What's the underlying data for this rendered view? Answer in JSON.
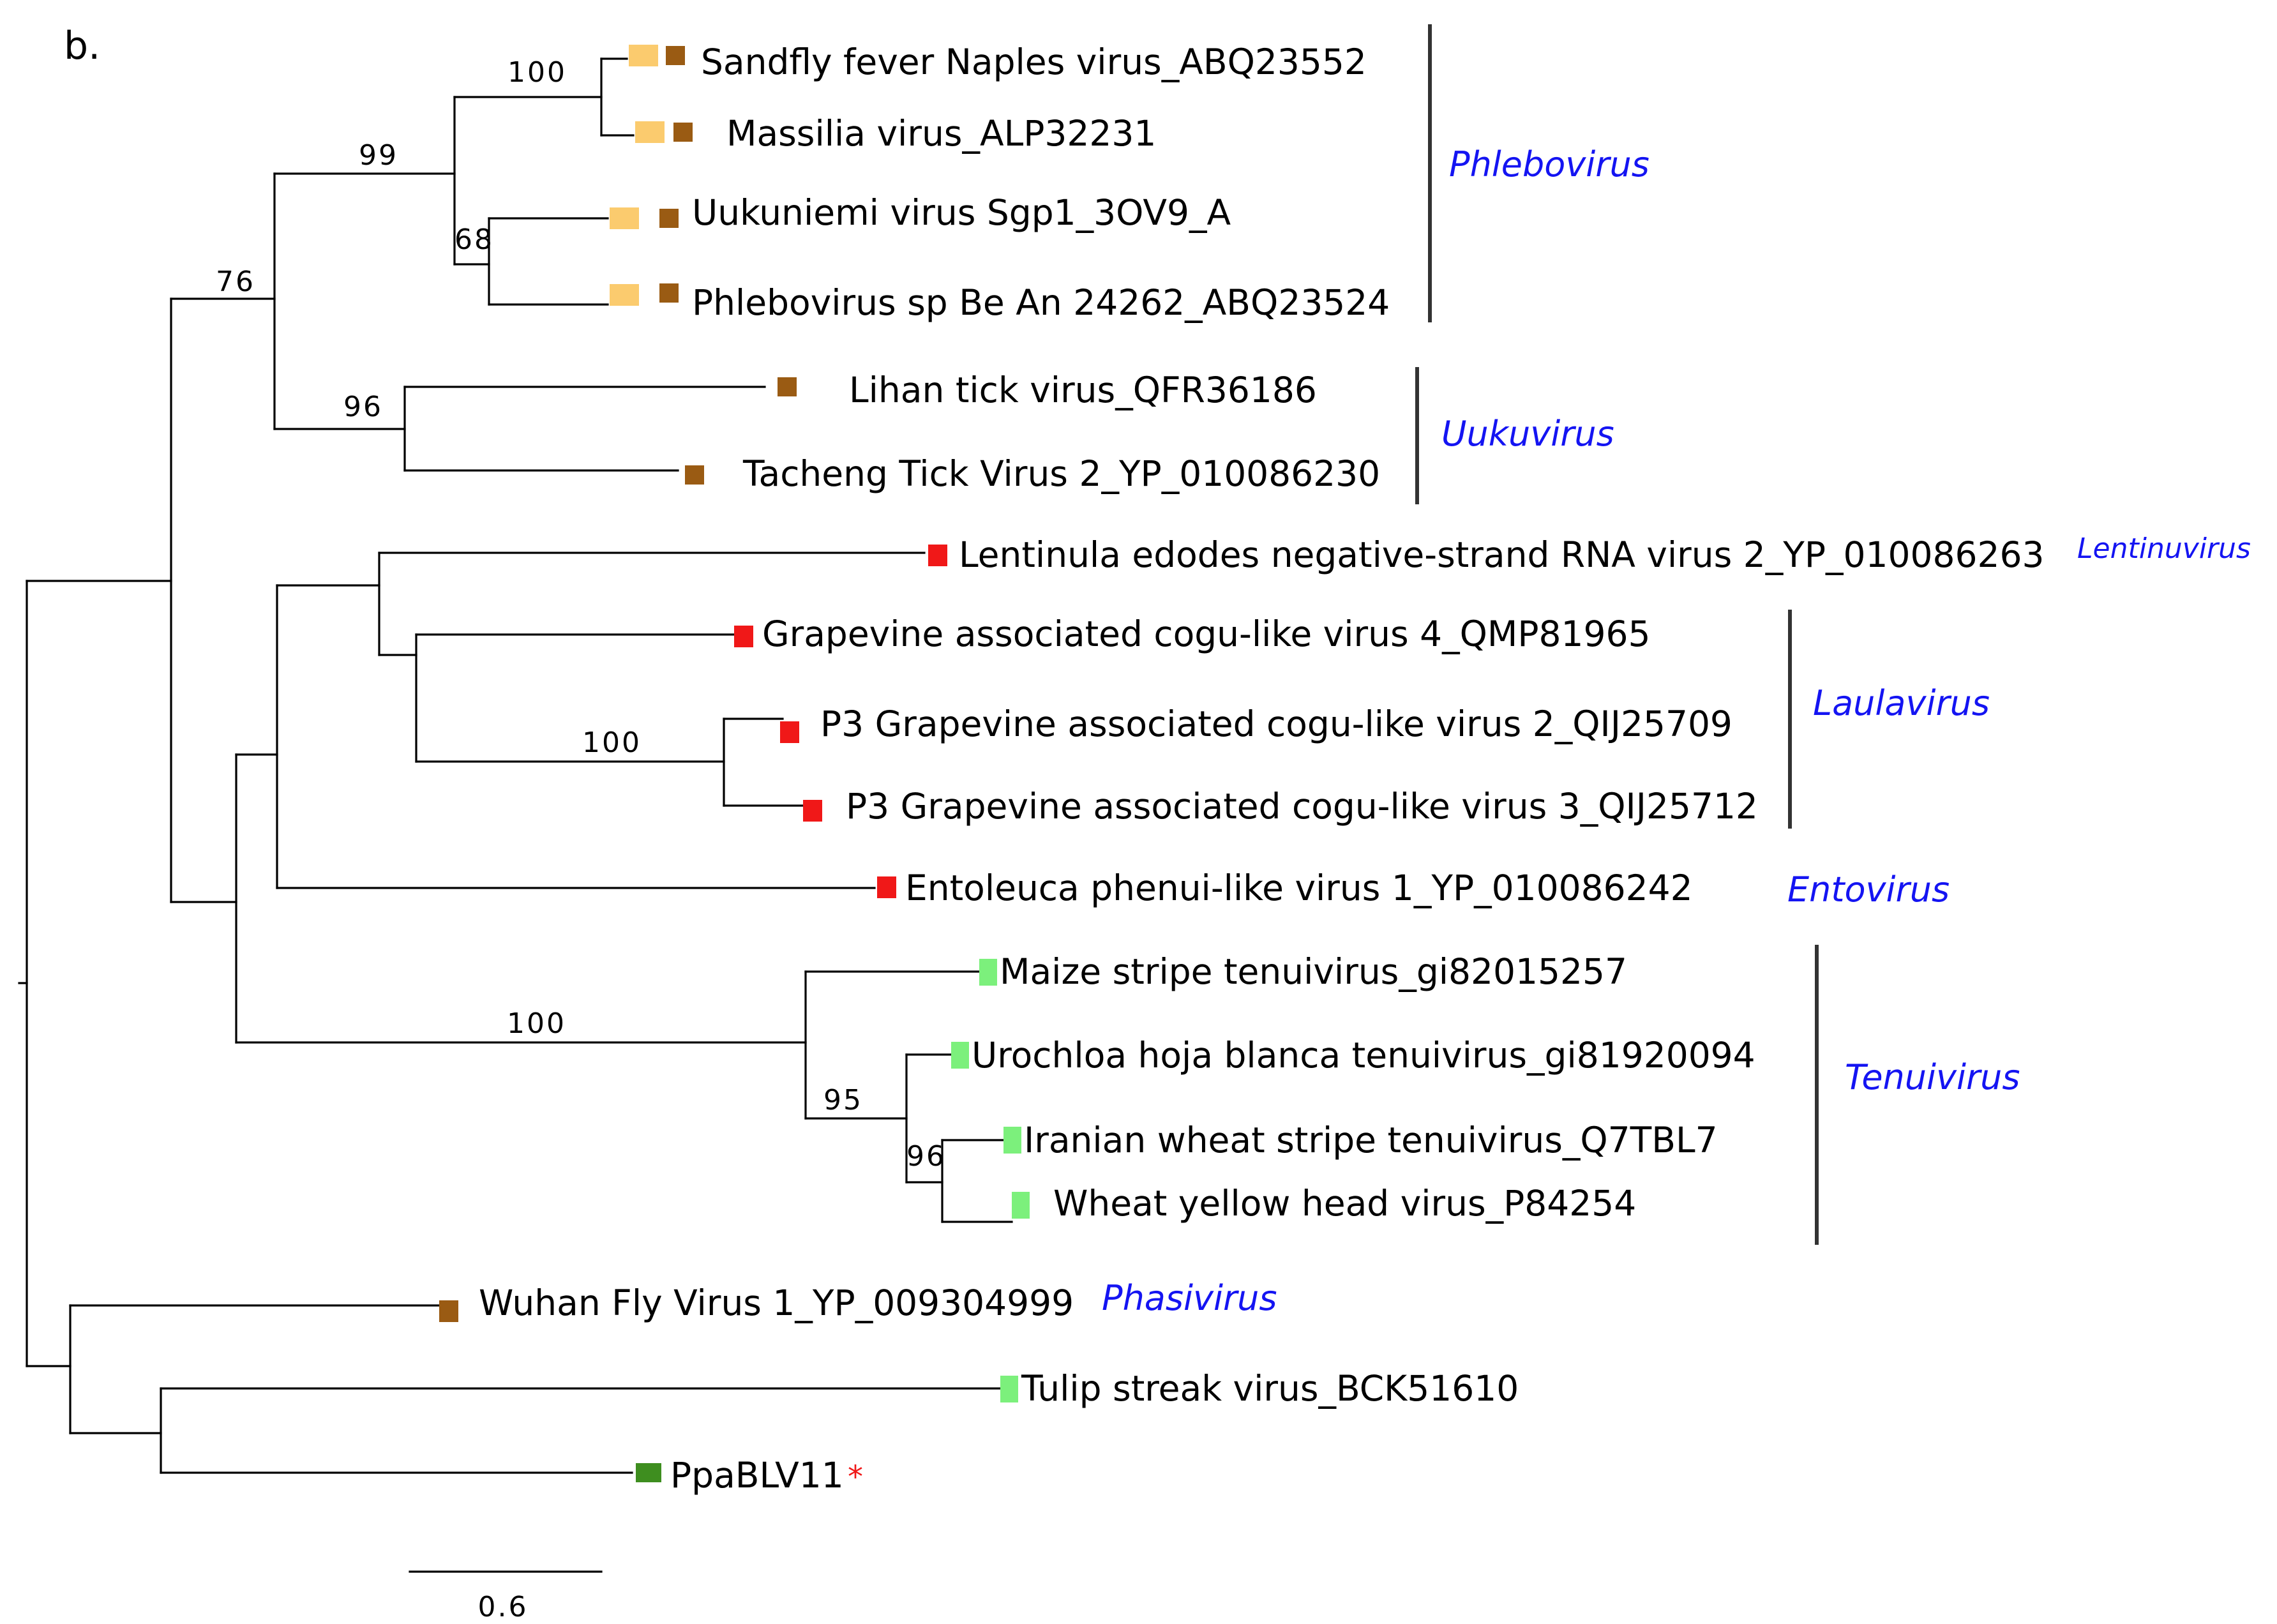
{
  "panel_label": "b.",
  "colors": {
    "light_orange": "#fbcb6e",
    "brown": "#9a5b13",
    "red": "#f01818",
    "light_green": "#7cf07c",
    "dark_green": "#3e8e1f",
    "genus_blue": "#1414f2",
    "asterisk_red": "#f01818"
  },
  "taxa": [
    {
      "label": "Sandfly fever Naples virus_ABQ23552",
      "markers": [
        "light_orange",
        "brown"
      ]
    },
    {
      "label": "Massilia virus_ALP32231",
      "markers": [
        "light_orange",
        "brown"
      ]
    },
    {
      "label": "Uukuniemi virus Sgp1_3OV9_A",
      "markers": [
        "light_orange",
        "brown"
      ]
    },
    {
      "label": "Phlebovirus sp Be An 24262_ABQ23524",
      "markers": [
        "light_orange",
        "brown"
      ]
    },
    {
      "label": "Lihan tick virus_QFR36186",
      "markers": [
        "brown"
      ]
    },
    {
      "label": "Tacheng Tick Virus 2_YP_010086230",
      "markers": [
        "brown"
      ]
    },
    {
      "label": "Lentinula edodes negative-strand RNA virus 2_YP_010086263",
      "markers": [
        "red"
      ]
    },
    {
      "label": "Grapevine associated cogu-like virus 4_QMP81965",
      "markers": [
        "red"
      ]
    },
    {
      "label": "P3 Grapevine associated cogu-like virus 2_QIJ25709",
      "markers": [
        "red"
      ]
    },
    {
      "label": "P3 Grapevine associated cogu-like virus 3_QIJ25712",
      "markers": [
        "red"
      ]
    },
    {
      "label": "Entoleuca phenui-like virus 1_YP_010086242",
      "markers": [
        "red"
      ]
    },
    {
      "label": "Maize stripe tenuivirus_gi82015257",
      "markers": [
        "light_green"
      ]
    },
    {
      "label": "Urochloa hoja blanca tenuivirus_gi81920094",
      "markers": [
        "light_green"
      ]
    },
    {
      "label": "Iranian wheat stripe tenuivirus_Q7TBL7",
      "markers": [
        "light_green"
      ]
    },
    {
      "label": "Wheat yellow head virus_P84254",
      "markers": [
        "light_green"
      ]
    },
    {
      "label": "Wuhan Fly Virus 1_YP_009304999",
      "markers": [
        "brown"
      ]
    },
    {
      "label": "Tulip streak virus_BCK51610",
      "markers": [
        "light_green"
      ]
    },
    {
      "label": "PpaBLV11",
      "markers": [
        "dark_green"
      ],
      "highlight": "*"
    }
  ],
  "bootstrap": [
    "100",
    "99",
    "68",
    "76",
    "96",
    "100",
    "100",
    "95",
    "96"
  ],
  "genera": [
    "Phlebovirus",
    "Uukuvirus",
    "Lentinuvirus",
    "Laulavirus",
    "Entovirus",
    "Tenuivirus",
    "Phasivirus"
  ],
  "scale": {
    "label": "0.6"
  }
}
